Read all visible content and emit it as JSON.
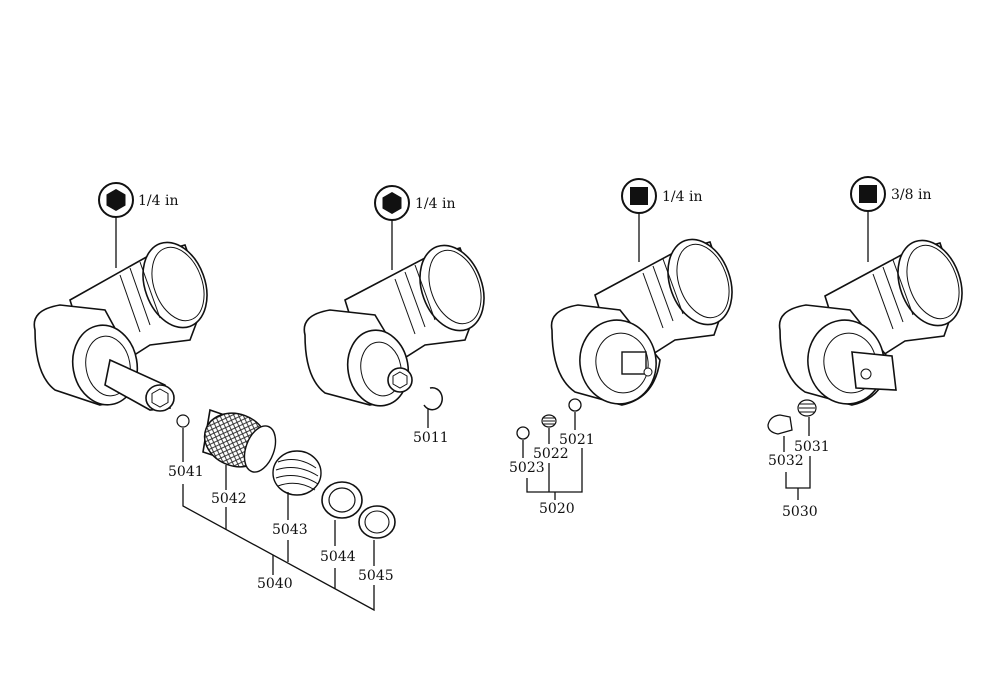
{
  "drive_sizes": {
    "head_a": "1/4 in",
    "head_b": "1/4 in",
    "head_c": "1/4 in",
    "head_d": "3/8 in"
  },
  "part_numbers": {
    "p5011": "5011",
    "p5020": "5020",
    "p5021": "5021",
    "p5022": "5022",
    "p5023": "5023",
    "p5030": "5030",
    "p5031": "5031",
    "p5032": "5032",
    "p5040": "5040",
    "p5041": "5041",
    "p5042": "5042",
    "p5043": "5043",
    "p5044": "5044",
    "p5045": "5045"
  },
  "drive_icons": {
    "head_a": "hexagon-icon",
    "head_b": "hexagon-icon",
    "head_c": "square-drive-icon",
    "head_d": "square-drive-icon"
  }
}
